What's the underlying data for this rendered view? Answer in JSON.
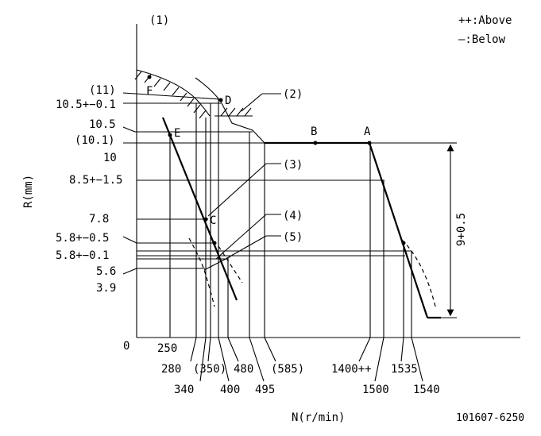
{
  "figure_id": "101607-6250",
  "axis": {
    "y_label": "R(mm)",
    "x_label": "N(r/min)",
    "origin_label": "0",
    "top_marker": "(1)"
  },
  "legend": {
    "above": "++:Above",
    "below": "—:Below"
  },
  "y_ticks": [
    "(11)",
    "10.5+−0.1",
    "10.5",
    "(10.1)",
    "10",
    "8.5+−1.5",
    "7.8",
    "5.8+−0.5",
    "5.8+−0.1",
    "5.6",
    "3.9"
  ],
  "x_ticks_row1": [
    "250",
    "280",
    "(350)",
    "480",
    "(585)",
    "1400++",
    "1535"
  ],
  "x_ticks_row2": [
    "340",
    "400",
    "495",
    "1500",
    "1540"
  ],
  "points": [
    "F",
    "D",
    "E",
    "B",
    "A",
    "C"
  ],
  "callouts": [
    "(2)",
    "(3)",
    "(4)",
    "(5)"
  ],
  "tolerance": "9+0.5"
}
